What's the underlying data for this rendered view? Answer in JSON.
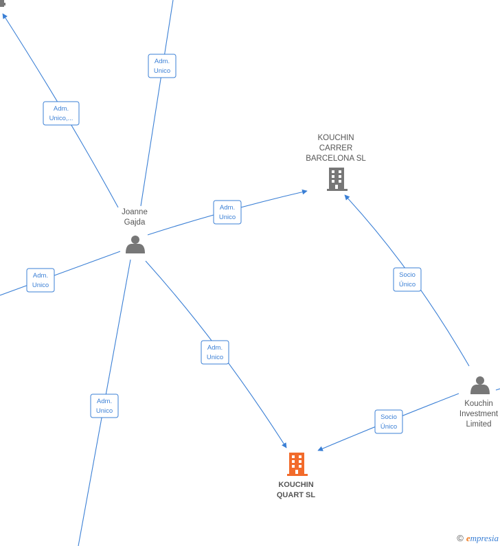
{
  "colors": {
    "edge": "#3a7fd5",
    "company": "#777777",
    "company_main": "#f26b2b",
    "person": "#777777"
  },
  "nodes": {
    "joanne": {
      "lines": [
        "Joanne",
        "Gajda"
      ],
      "icon": "person-icon"
    },
    "kouchin_carrer": {
      "lines": [
        "KOUCHIN",
        "CARRER",
        "BARCELONA  SL"
      ],
      "icon": "building-icon"
    },
    "kouchin_quart": {
      "lines": [
        "KOUCHIN",
        "QUART  SL"
      ],
      "icon": "building-icon"
    },
    "kouchin_investment": {
      "lines": [
        "Kouchin",
        "Investment",
        "Limited"
      ],
      "icon": "person-icon"
    }
  },
  "edges": [
    {
      "id": "e1",
      "label": [
        "Adm.",
        "Unico,..."
      ]
    },
    {
      "id": "e2",
      "label": [
        "Adm.",
        "Unico"
      ]
    },
    {
      "id": "e3",
      "label": [
        "Adm.",
        "Unico"
      ]
    },
    {
      "id": "e4",
      "label": [
        "Adm.",
        "Unico"
      ]
    },
    {
      "id": "e5",
      "label": [
        "Adm.",
        "Unico"
      ]
    },
    {
      "id": "e6",
      "label": [
        "Adm.",
        "Unico"
      ]
    },
    {
      "id": "e7",
      "label": [
        "Socio",
        "Único"
      ]
    },
    {
      "id": "e8",
      "label": [
        "Socio",
        "Único"
      ]
    }
  ],
  "footer": {
    "copyright": "©",
    "brand_e": "e",
    "brand_rest": "mpresia"
  }
}
